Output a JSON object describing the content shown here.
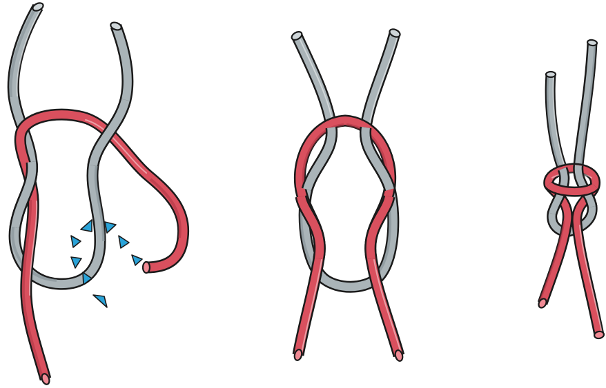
{
  "figure": {
    "steps": [
      {
        "name": "step-1-loosely-interlaced"
      },
      {
        "name": "step-2-loose-knot"
      },
      {
        "name": "step-3-tightened-knot"
      }
    ]
  },
  "colors": {
    "rope_gray": "#aab4b8",
    "rope_gray_shade": "#7f8c92",
    "rope_red": "#d9505e",
    "rope_red_shade": "#a8323f",
    "outline": "#1a1a1a",
    "arrow_blue": "#2aa3d8",
    "background": "#ffffff"
  },
  "icons": {
    "direction_arrows": "triangle-arrow-icon"
  }
}
